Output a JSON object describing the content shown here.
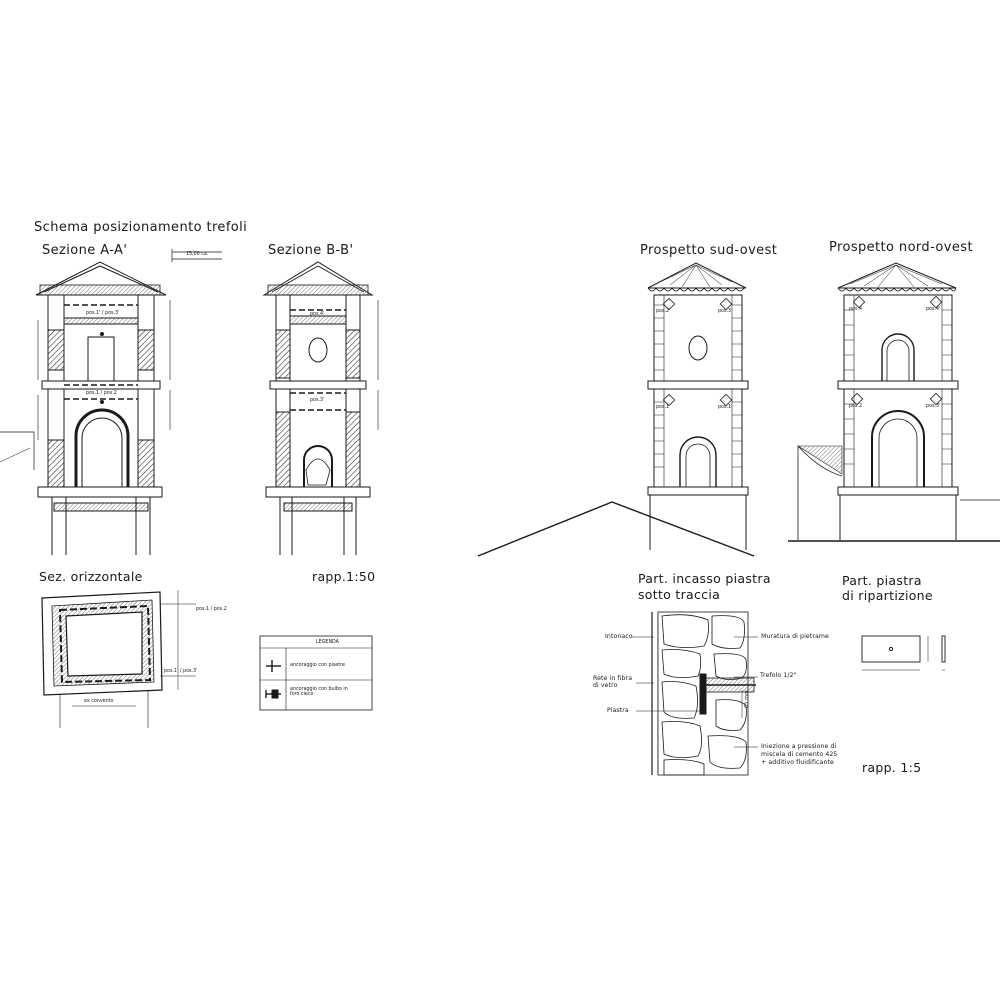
{
  "titles": {
    "schema": "Schema posizionamento trefoli",
    "sezione_aa": "Sezione A-A'",
    "sezione_bb": "Sezione B-B'",
    "sud_ovest": "Prospetto sud-ovest",
    "nord_ovest": "Prospetto nord-ovest",
    "sez_orizz": "Sez. orizzontale",
    "rapp_50": "rapp.1:50",
    "part_incasso_1": "Part. incasso piastra",
    "part_incasso_2": "sotto traccia",
    "part_piastra_1": "Part. piastra",
    "part_piastra_2": "di ripartizione",
    "rapp_5": "rapp. 1:5"
  },
  "dimension_note": "15,00 ca.",
  "legend": {
    "title": "LEGENDA",
    "items": [
      {
        "label": "ancoraggio con piastre"
      },
      {
        "label": "ancoraggio con bulbo in foro cieco"
      }
    ]
  },
  "detail_labels": {
    "intonaco": "Intonaco",
    "rete": "Rete in fibra di vetro",
    "piastra": "Piastra",
    "muratura": "Muratura di pietrame",
    "trefolo": "Trefolo 1/2\"",
    "iniezione_1": "Iniezione a pressione di",
    "iniezione_2": "miscela di cemento 425",
    "iniezione_3": "+ additivo fluidificante",
    "dim_65": "65 mm."
  },
  "positions": {
    "pos1": "pos.1",
    "pos2": "pos.2",
    "pos3": "pos.3",
    "pos4": "pos.4",
    "pos1p": "pos.1'",
    "pos2p": "pos.2'",
    "pos3p": "pos.3'",
    "pos4p": "pos.4'",
    "pos1_pos2": "pos.1 / pos.2",
    "pos1p_pos3p": "pos.1' / pos.3'",
    "in_aderenza": "ex convento"
  }
}
